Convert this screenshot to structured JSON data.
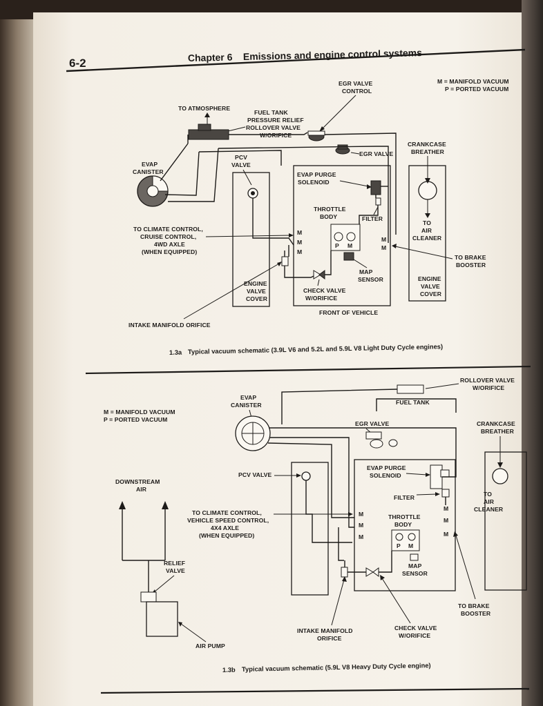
{
  "header": {
    "page_number": "6-2",
    "chapter": "Chapter 6",
    "chapter_title": "Emissions and engine control systems"
  },
  "fig_a": {
    "legend": [
      "M = MANIFOLD VACUUM",
      "P = PORTED VACUUM"
    ],
    "egr_valve_control": [
      "EGR VALVE",
      "CONTROL"
    ],
    "to_atmosphere": "TO ATMOSPHERE",
    "fuel_tank_relief": [
      "FUEL TANK",
      "PRESSURE RELIEF",
      "ROLLOVER VALVE",
      "W/ORIFICE"
    ],
    "egr_valve": "EGR VALVE",
    "crankcase_breather": [
      "CRANKCASE",
      "BREATHER"
    ],
    "evap_canister": [
      "EVAP",
      "CANISTER"
    ],
    "pcv_valve": [
      "PCV",
      "VALVE"
    ],
    "evap_purge": [
      "EVAP PURGE",
      "SOLENOID"
    ],
    "throttle_body": [
      "THROTTLE",
      "BODY"
    ],
    "filter": "FILTER",
    "climate": [
      "TO CLIMATE CONTROL,",
      "CRUISE CONTROL,",
      "4WD AXLE",
      "(WHEN EQUIPPED)"
    ],
    "to_air_cleaner": [
      "TO",
      "AIR",
      "CLEANER"
    ],
    "to_brake_booster": [
      "TO BRAKE",
      "BOOSTER"
    ],
    "map_sensor": [
      "MAP",
      "SENSOR"
    ],
    "engine_valve_cover": [
      "ENGINE",
      "VALVE",
      "COVER"
    ],
    "check_valve": [
      "CHECK VALVE",
      "W/ORIFICE"
    ],
    "intake_orifice": "INTAKE MANIFOLD ORIFICE",
    "front_of_vehicle": "FRONT OF VEHICLE",
    "port_m": "M",
    "port_p": "P",
    "caption_id": "1.3a",
    "caption_text": "Typical vacuum schematic (3.9L V6 and 5.2L and 5.9L V8 Light Duty Cycle engines)"
  },
  "fig_b": {
    "legend": [
      "M = MANIFOLD VACUUM",
      "P = PORTED VACUUM"
    ],
    "evap_canister": [
      "EVAP",
      "CANISTER"
    ],
    "rollover_valve": [
      "ROLLOVER VALVE",
      "W/ORIFICE"
    ],
    "fuel_tank": "FUEL TANK",
    "egr_valve": "EGR VALVE",
    "crankcase_breather": [
      "CRANKCASE",
      "BREATHER"
    ],
    "downstream_air": [
      "DOWNSTREAM",
      "AIR"
    ],
    "pcv_valve": "PCV VALVE",
    "evap_purge": [
      "EVAP PURGE",
      "SOLENOID"
    ],
    "filter": "FILTER",
    "to_air_cleaner": [
      "TO",
      "AIR",
      "CLEANER"
    ],
    "climate": [
      "TO CLIMATE CONTROL,",
      "VEHICLE SPEED CONTROL,",
      "4X4 AXLE",
      "(WHEN EQUIPPED)"
    ],
    "throttle_body": [
      "THROTTLE",
      "BODY"
    ],
    "relief_valve": [
      "RELIEF",
      "VALVE"
    ],
    "map_sensor": [
      "MAP",
      "SENSOR"
    ],
    "to_brake_booster": [
      "TO BRAKE",
      "BOOSTER"
    ],
    "intake_orifice": [
      "INTAKE MANIFOLD",
      "ORIFICE"
    ],
    "check_valve": [
      "CHECK VALVE",
      "W/ORIFICE"
    ],
    "air_pump": "AIR PUMP",
    "port_m": "M",
    "port_p": "P",
    "caption_id": "1.3b",
    "caption_text": "Typical vacuum schematic (5.9L V8 Heavy Duty Cycle engine)"
  }
}
